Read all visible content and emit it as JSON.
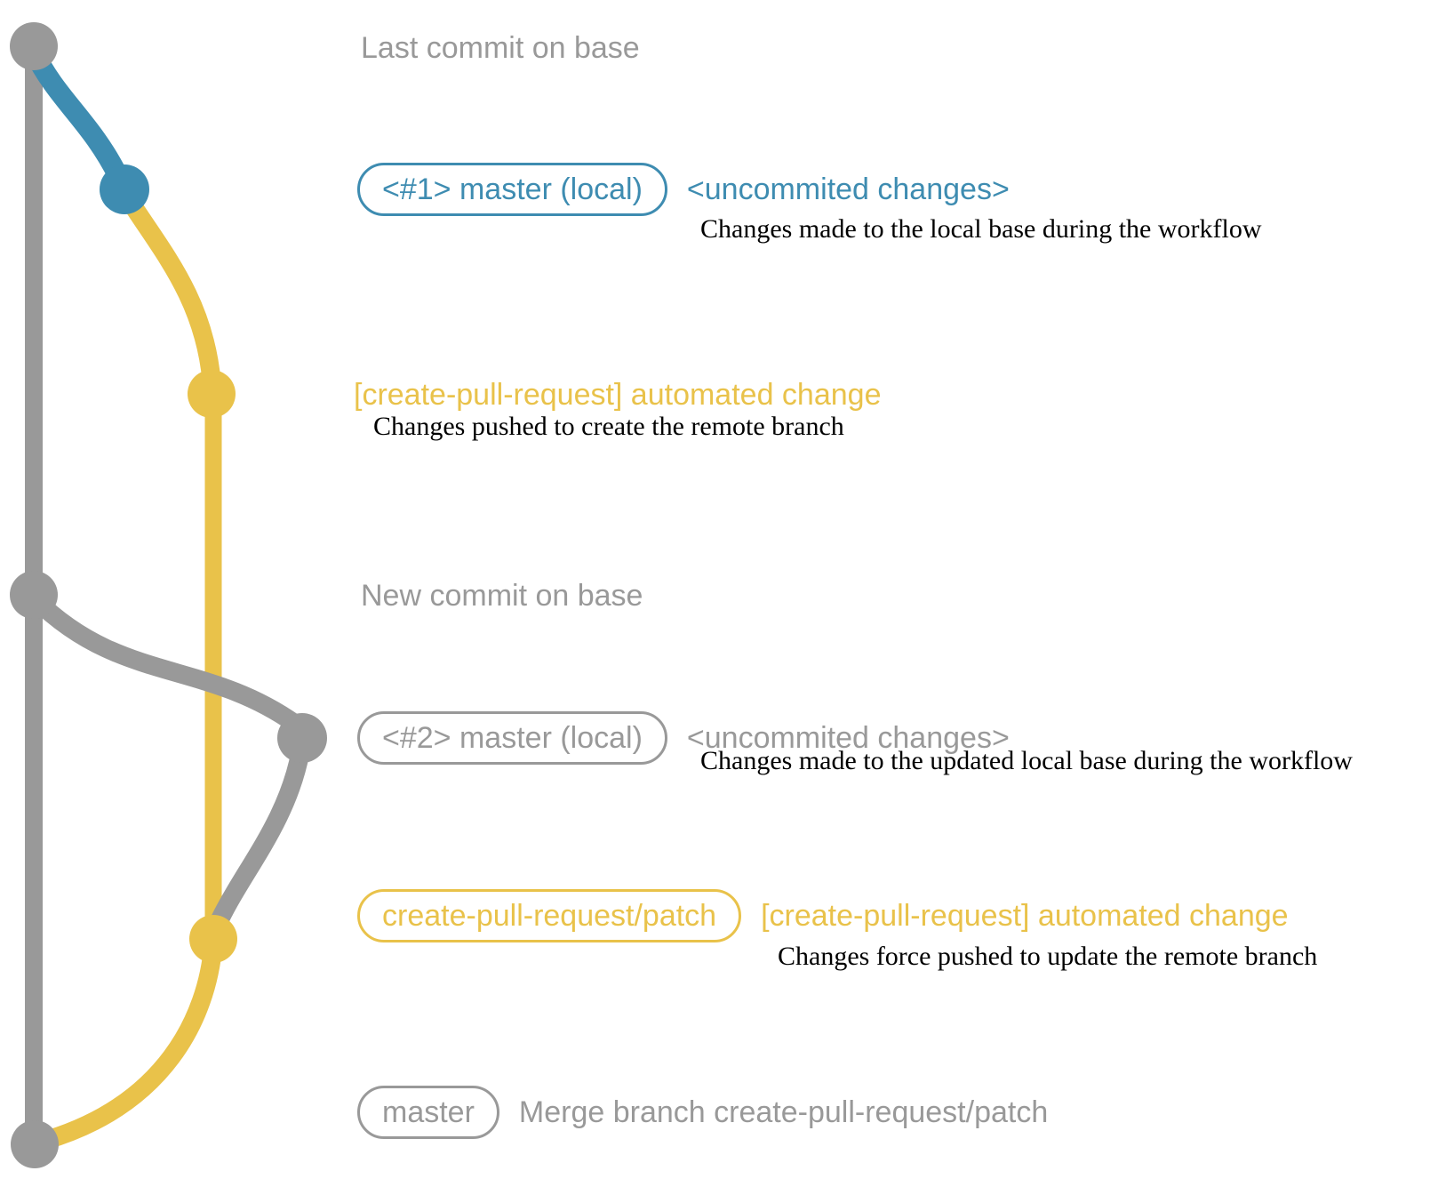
{
  "colors": {
    "gray": "#999999",
    "blue": "#3e8cb1",
    "yellow": "#e9c24a",
    "ink": "#000000"
  },
  "annotations": {
    "row1": {
      "title": "Last commit on base"
    },
    "row2": {
      "badge": "<#1> master (local)",
      "message": "<uncommited changes>",
      "note": "Changes made to the local base during the workflow"
    },
    "row3": {
      "message": "[create-pull-request] automated change",
      "note": "Changes pushed to create the remote branch"
    },
    "row4": {
      "title": "New commit on base"
    },
    "row5": {
      "badge": "<#2> master (local)",
      "message": "<uncommited changes>",
      "note": "Changes made to the updated local base during the workflow"
    },
    "row6": {
      "badge": "create-pull-request/patch",
      "message": "[create-pull-request] automated change",
      "note": "Changes force pushed to update the remote branch"
    },
    "row7": {
      "badge": "master",
      "message": "Merge branch create-pull-request/patch"
    }
  }
}
